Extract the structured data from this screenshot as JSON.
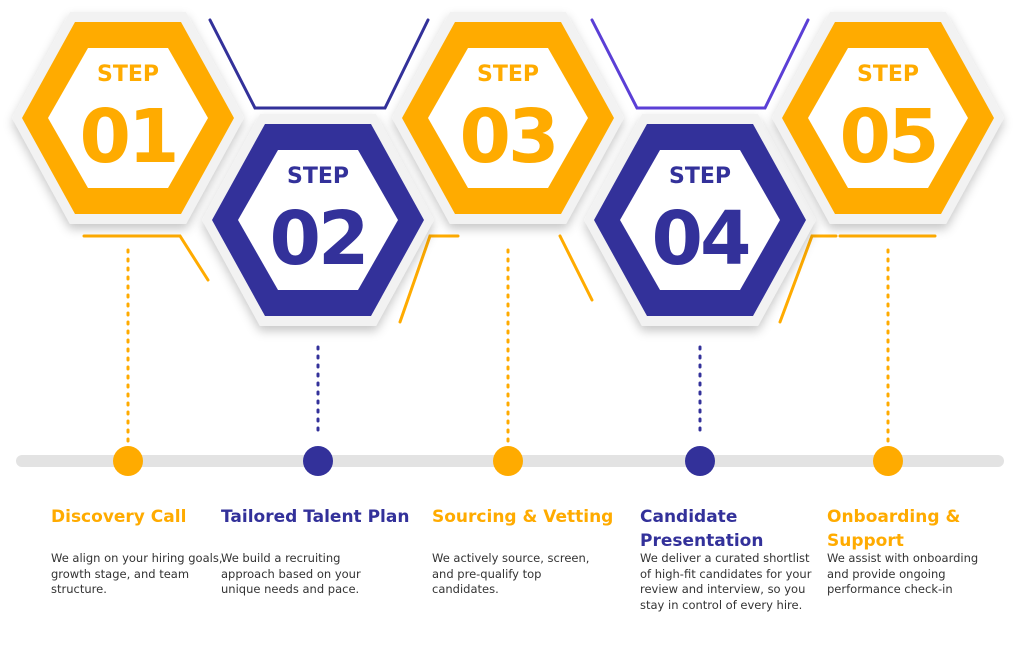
{
  "colors": {
    "accent_orange": "#FFAB00",
    "accent_navy": "#33319A",
    "accent_purple": "#5B3FD6",
    "timeline_track": "#E3E3E3",
    "hex_inner": "#FFFFFF"
  },
  "steps": [
    {
      "word": "STEP",
      "number": "01",
      "title": "Discovery Call",
      "description": "We align on your hiring goals, growth stage, and team structure.",
      "color": "#FFAB00"
    },
    {
      "word": "STEP",
      "number": "02",
      "title": "Tailored Talent Plan",
      "description": "We build a recruiting approach based on your unique needs and pace.",
      "color": "#33319A"
    },
    {
      "word": "STEP",
      "number": "03",
      "title": "Sourcing & Vetting",
      "description": "We actively source, screen, and pre-qualify top candidates.",
      "color": "#FFAB00"
    },
    {
      "word": "STEP",
      "number": "04",
      "title": "Candidate Presentation",
      "description": "We deliver a curated shortlist of high-fit candidates for your review and interview, so you stay in control of every hire.",
      "color": "#33319A"
    },
    {
      "word": "STEP",
      "number": "05",
      "title": "Onboarding & Support",
      "description": "We assist with onboarding and provide ongoing performance check-in",
      "color": "#FFAB00"
    }
  ]
}
